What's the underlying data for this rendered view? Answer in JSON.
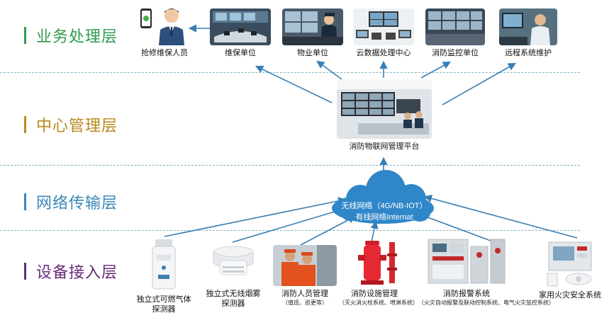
{
  "layers": [
    {
      "label": "业务处理层",
      "color": "#2e9a4e"
    },
    {
      "label": "中心管理层",
      "color": "#b8891c"
    },
    {
      "label": "网络传输层",
      "color": "#3a86b8"
    },
    {
      "label": "设备接入层",
      "color": "#6a2a7a"
    }
  ],
  "top_nodes": [
    {
      "label": "抢修维保人员",
      "icon": "repair-person-icon"
    },
    {
      "label": "维保单位",
      "icon": "maintenance-unit-icon"
    },
    {
      "label": "物业单位",
      "icon": "property-unit-icon"
    },
    {
      "label": "云数据处理中心",
      "icon": "cloud-data-center-icon"
    },
    {
      "label": "消防监控单位",
      "icon": "fire-monitoring-unit-icon"
    },
    {
      "label": "远程系统维护",
      "icon": "remote-maintenance-icon"
    }
  ],
  "center_node": {
    "label": "消防物联网管理平台",
    "icon": "control-room-icon"
  },
  "cloud": {
    "line1": "无线网络（4G/NB-IOT）",
    "line2": "有线网络Internat"
  },
  "bottom_nodes": [
    {
      "label1": "独立式可燃气体",
      "label2": "探测器",
      "icon": "gas-detector-icon"
    },
    {
      "label1": "独立式无线烟雾",
      "label2": "探测器",
      "icon": "smoke-detector-icon"
    },
    {
      "label1": "消防人员管理",
      "sub": "（值班、巡更等）",
      "icon": "firefighters-icon"
    },
    {
      "label1": "消防设施管理",
      "sub": "（灭火消火栓系统、喷淋系统）",
      "icon": "fire-hydrant-icon"
    },
    {
      "label1": "消防报警系统",
      "sub": "（火灾自动报警及联动控制系统、电气火灾监控系统）",
      "icon": "alarm-panel-icon"
    },
    {
      "label1": "家用火灾安全系统",
      "icon": "home-fire-system-icon"
    }
  ],
  "colors": {
    "arrow": "#3a7fb3",
    "divider": "#7fb5c4",
    "cloud": "#2f86c8"
  }
}
